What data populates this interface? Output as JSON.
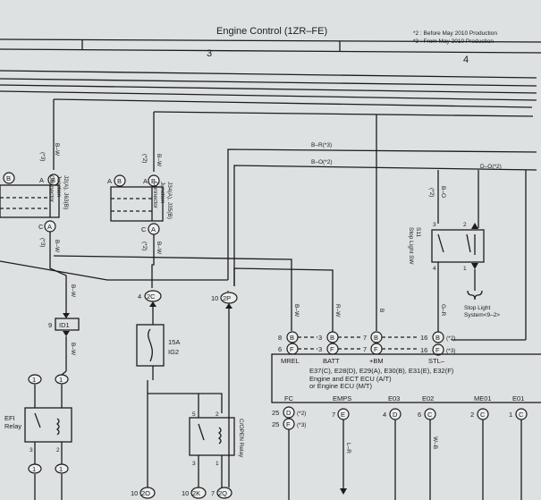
{
  "header": {
    "title": "Engine Control (1ZR–FE)",
    "notes": [
      "*2 : Before May 2010 Production",
      "*3 : From May 2010 Production"
    ],
    "columns": [
      "3",
      "4"
    ]
  },
  "wires": {
    "b_w": "B–W",
    "b_r3": "B–R(*3)",
    "b_o2": "B–O(*2)",
    "d_o2": "D–O(*2)",
    "b_o": "B–O",
    "r_w": "R–W",
    "b": "B",
    "g_r": "G–R",
    "l_r": "L–R",
    "w_b": "W–B"
  },
  "connectors": {
    "j_left": "J2(A), J63(B)\nJunction\nConnector",
    "j_mid": "J34(A), J35(B)\nJunction\nConnector",
    "pin_b": "B",
    "pin_a": "A",
    "pin_c": "C",
    "note2": "(*2)",
    "note3": "(*3)",
    "id1": "ID1",
    "id1_pin": "9",
    "c2c": "2C",
    "c2c_pin": "4",
    "c2p": "2P",
    "c2p_pin": "10",
    "c2o": "2O",
    "c2o_pin": "10",
    "c2k": "2K",
    "c2k_pin": "10",
    "c2q": "2Q",
    "c2q_pin": "7"
  },
  "components": {
    "fuse_amp": "15A",
    "fuse_name": "IG2",
    "efi_relay": "EFI\nRelay",
    "copen_relay": "C/OPEN Relay",
    "stop_sw_name": "S11\nStop Light SW",
    "stop_system": "Stop Light\nSystem<9–2>",
    "ecu_names": "E37(C), E28(D), E29(A), E30(B), E31(E), E32(F)",
    "ecu_desc": "Engine and ECT ECU (A/T)\nor Engine ECU (M/T)"
  },
  "ecu_terms": {
    "mrel": "MREL",
    "batt": "BATT",
    "bm": "+BM",
    "stl": "STL–",
    "fc": "FC",
    "emps": "EMPS",
    "e03": "E03",
    "e02": "E02",
    "me01": "ME01",
    "e01": "E01"
  },
  "pins": {
    "p1": "1",
    "p2": "2",
    "p3": "3",
    "p4": "4",
    "p5": "5",
    "p6": "6",
    "p7": "7",
    "p8": "8",
    "p16": "16",
    "p25": "25",
    "pB": "B",
    "pF": "F",
    "pD": "D",
    "pC": "C",
    "pE": "E"
  }
}
